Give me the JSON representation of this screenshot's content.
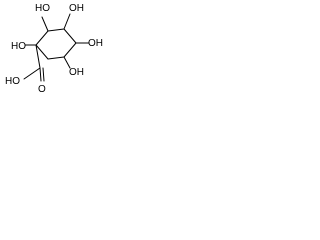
{
  "molecule": {
    "labels": {
      "oh_top_left": "HO",
      "oh_top_right": "OH",
      "oh_c4": "OH",
      "oh_c1": "HO",
      "oh_c5": "OH",
      "acid_oh": "HO",
      "acid_o": "O"
    },
    "colors": {
      "bond": "#000000",
      "text": "#000000",
      "background": "#ffffff"
    }
  }
}
